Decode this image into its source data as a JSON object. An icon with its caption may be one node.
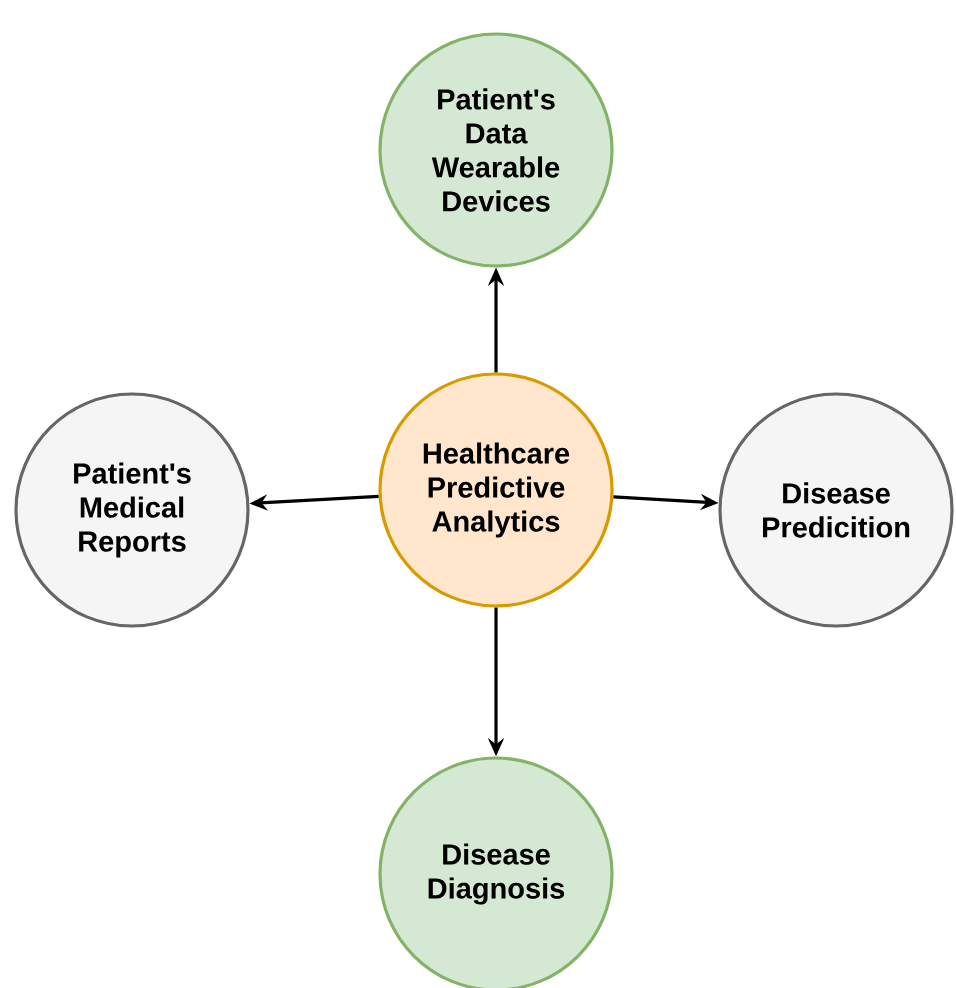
{
  "diagram": {
    "nodes": [
      {
        "text": [
          "Healthcare Predictive Analytics"
        ]
      },
      {
        "text": [
          "Patient's Data Wearable Devices"
        ]
      },
      {
        "text": [
          "Patient's Medical Reports"
        ]
      },
      {
        "text": [
          "Disease Predicition"
        ]
      },
      {
        "text": [
          "Disease Diagnosis"
        ]
      }
    ],
    "edges": [
      {
        "from": 0,
        "to": 1,
        "arrow": "to"
      },
      {
        "from": 0,
        "to": 2,
        "arrow": "to"
      },
      {
        "from": 0,
        "to": 3,
        "arrow": "to"
      },
      {
        "from": 0,
        "to": 4,
        "arrow": "to"
      }
    ]
  }
}
